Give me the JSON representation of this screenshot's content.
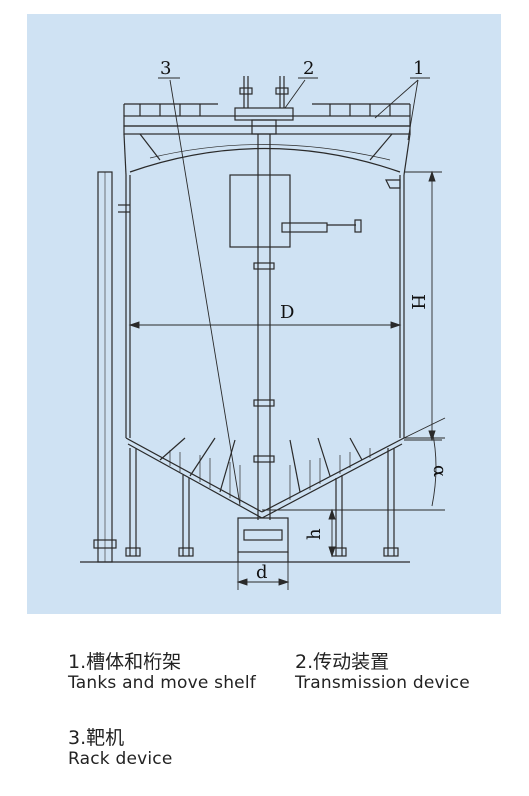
{
  "diagram": {
    "callouts": [
      "1",
      "2",
      "3"
    ],
    "dimensions": {
      "diameter": "D",
      "height": "H",
      "cone_angle": "α",
      "outlet_height": "h",
      "outlet_diameter": "d"
    }
  },
  "legend": [
    {
      "number": "1",
      "cn": "1.槽体和桁架",
      "en": "Tanks and move shelf"
    },
    {
      "number": "2",
      "cn": "2.传动装置",
      "en": "Transmission device"
    },
    {
      "number": "3",
      "cn": "3.靶机",
      "en": "Rack device"
    }
  ],
  "colors": {
    "panel_background": "#cfe2f3",
    "line": "#2a2a2a"
  }
}
